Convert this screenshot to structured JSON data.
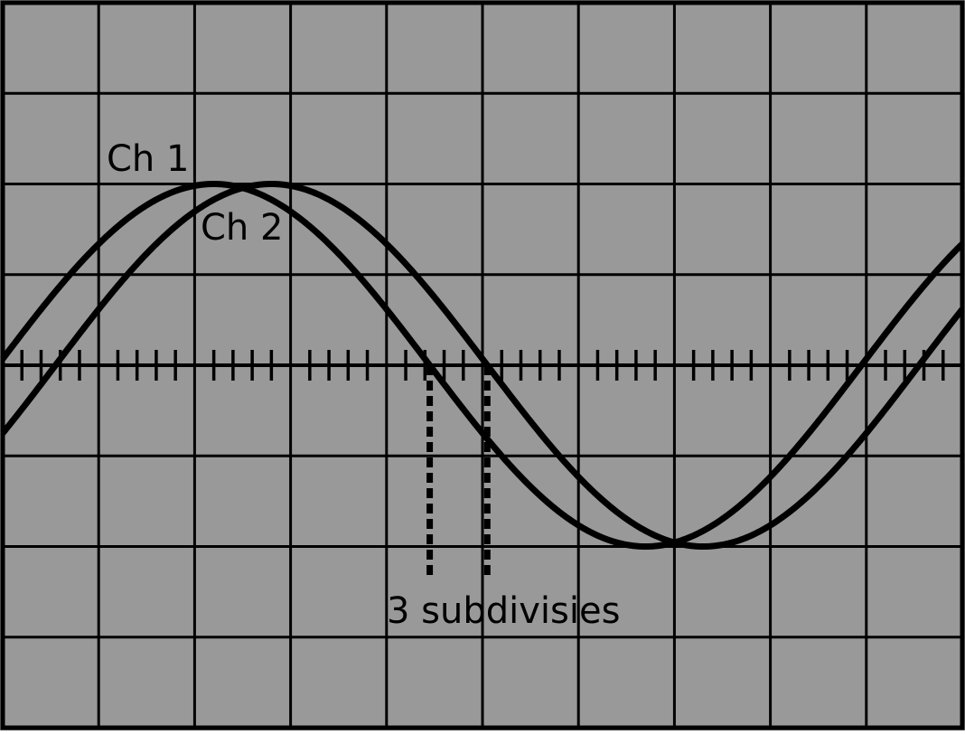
{
  "screen": {
    "background": "#999999",
    "line_color": "#000000"
  },
  "grid": {
    "columns": 10,
    "rows": 8,
    "subdivisions_per_division": 5
  },
  "labels": {
    "ch1": "Ch 1",
    "ch2": "Ch 2",
    "phase_note": "3 subdivisies"
  },
  "chart_data": {
    "type": "line",
    "x_unit": "divisions",
    "y_unit": "divisions",
    "xlim": [
      0,
      10
    ],
    "ylim": [
      -4,
      4
    ],
    "period_divisions": 9,
    "series": [
      {
        "name": "Ch 1",
        "amplitude": 2,
        "peak_x": 2.2,
        "trough_x": 6.7
      },
      {
        "name": "Ch 2",
        "amplitude": 2,
        "peak_x": 2.8,
        "trough_x": 7.3
      }
    ],
    "phase_shift_subdivisions": 3
  }
}
